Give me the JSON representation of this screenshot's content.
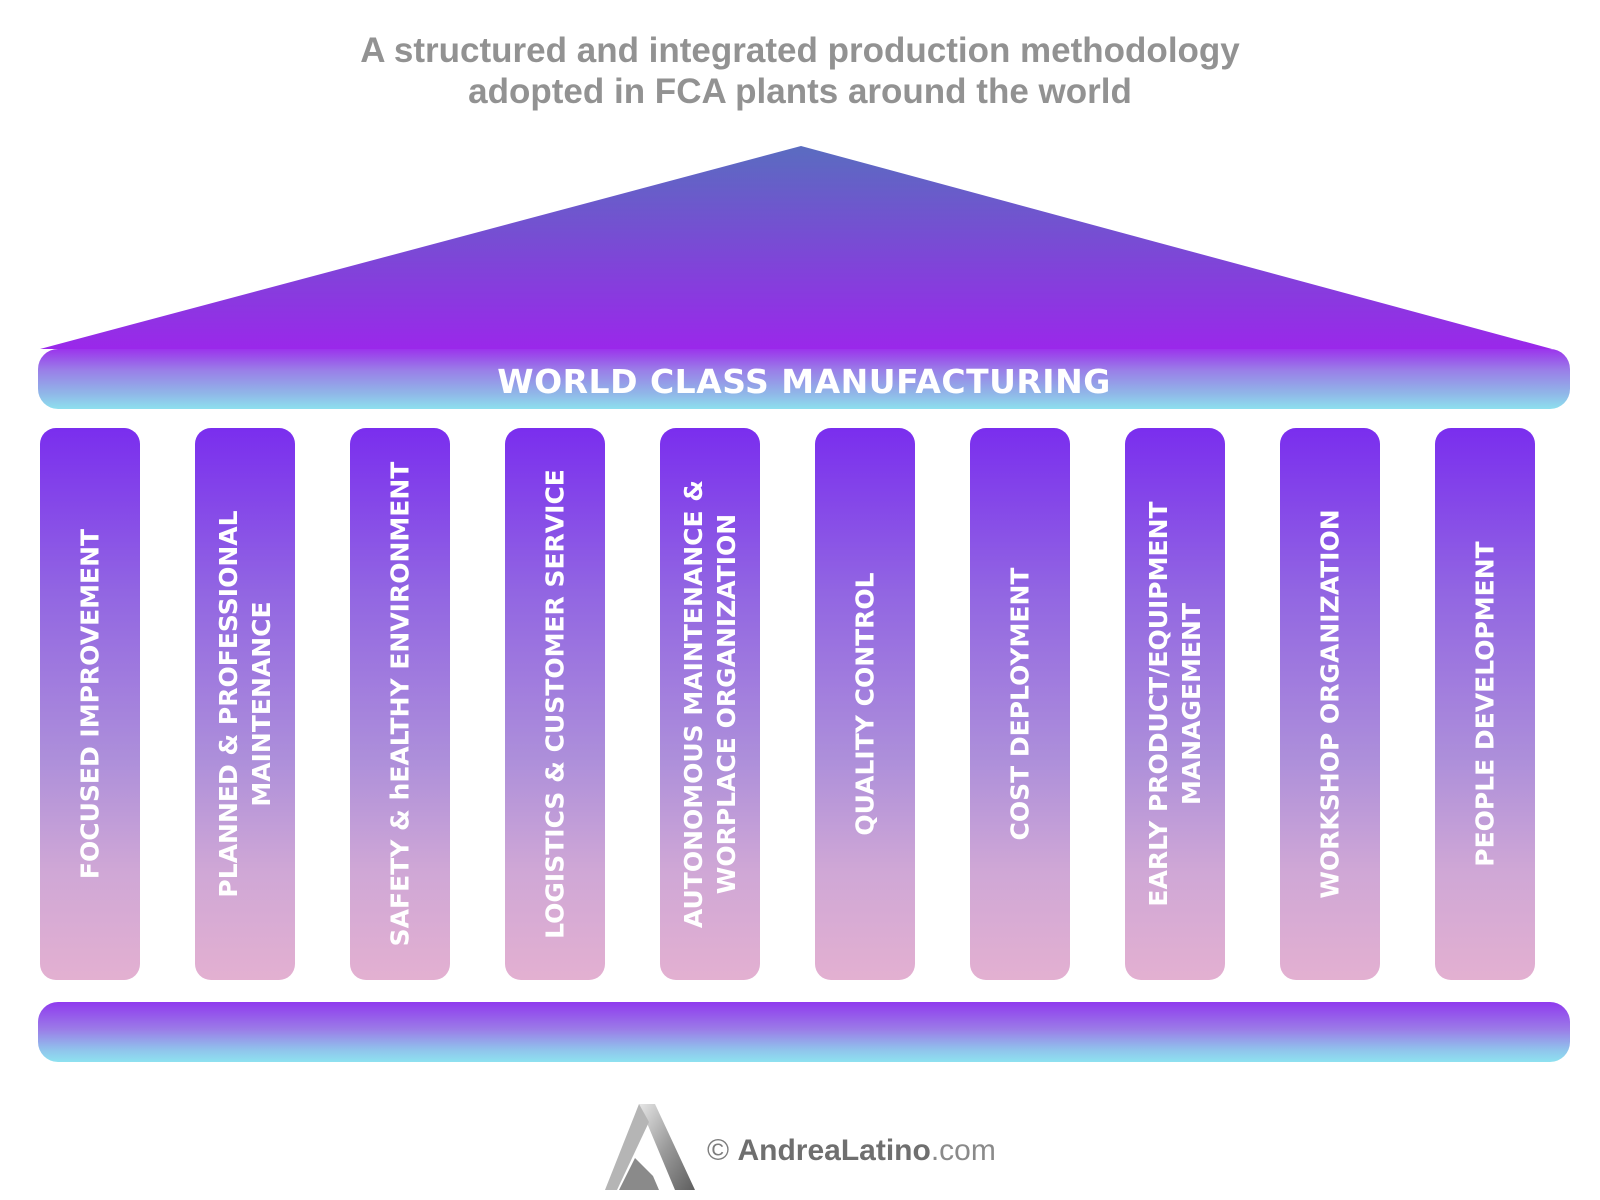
{
  "title": {
    "line1": "A structured and integrated production methodology",
    "line2": "adopted in FCA plants around the world"
  },
  "beam_label": "WORLD CLASS MANUFACTURING",
  "pillars": [
    {
      "lines": [
        "FOCUSED IMPROVEMENT"
      ]
    },
    {
      "lines": [
        "PLANNED & PROFESSIONAL",
        "MAINTENANCE"
      ]
    },
    {
      "lines": [
        "SAFETY & hEALTHY ENVIRONMENT"
      ]
    },
    {
      "lines": [
        "LOGISTICS & CUSTOMER SERVICE"
      ]
    },
    {
      "lines": [
        "AUTONOMOUS MAINTENANCE &",
        "WORPLACE ORGANIZATION"
      ]
    },
    {
      "lines": [
        "QUALITY CONTROL"
      ]
    },
    {
      "lines": [
        "COST DEPLOYMENT"
      ]
    },
    {
      "lines": [
        "EARLY PRODUCT/EQUIPMENT",
        "MANAGEMENT"
      ]
    },
    {
      "lines": [
        "WORKSHOP ORGANIZATION"
      ]
    },
    {
      "lines": [
        "PEOPLE DEVELOPMENT"
      ]
    }
  ],
  "footer": {
    "copyright": "©",
    "name": "AndreaLatino",
    "domain": ".com"
  },
  "colors": {
    "roof_top": "#5a6cc0",
    "roof_bottom": "#9a28ea",
    "pillar_top": "#7a2eee",
    "pillar_bottom": "#e3b0d1",
    "beam_bottom": "#8ee0ee",
    "title_text": "#929292"
  }
}
